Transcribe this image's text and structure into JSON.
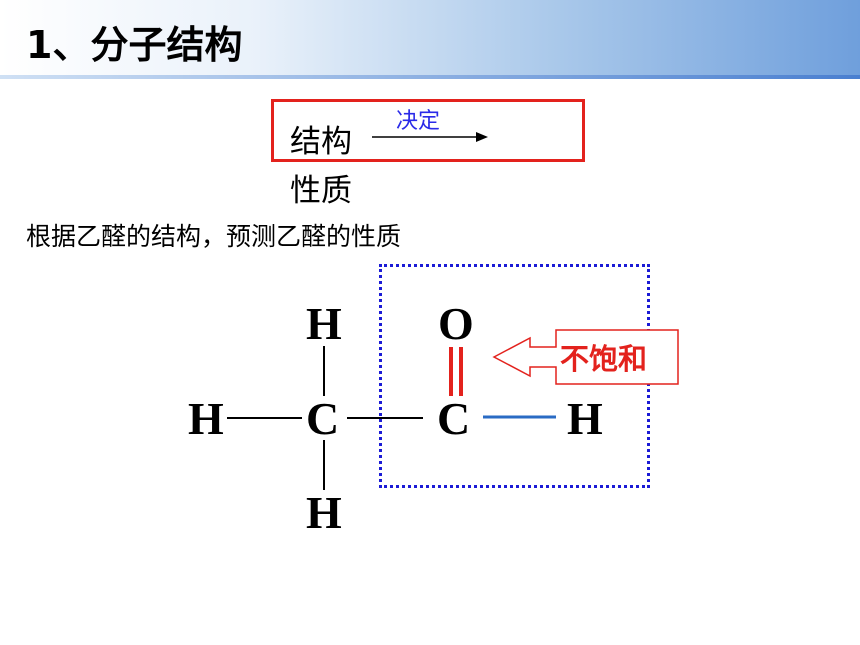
{
  "slide": {
    "title": "1、分子结构"
  },
  "concept": {
    "structure": "结构",
    "determines": "决定",
    "property": "性质"
  },
  "prompt": "根据乙醛的结构，预测乙醛的性质",
  "molecule": {
    "atoms": {
      "h_top": "H",
      "o_top": "O",
      "h_left": "H",
      "c_methyl": "C",
      "c_carbonyl": "C",
      "h_right": "H",
      "h_bottom": "H"
    },
    "colors": {
      "double_bond": "#e3221d",
      "c_h_bond": "#2a6bc4",
      "functional_group_box": "#1b1bd6"
    }
  },
  "callout": {
    "label": "不饱和"
  }
}
